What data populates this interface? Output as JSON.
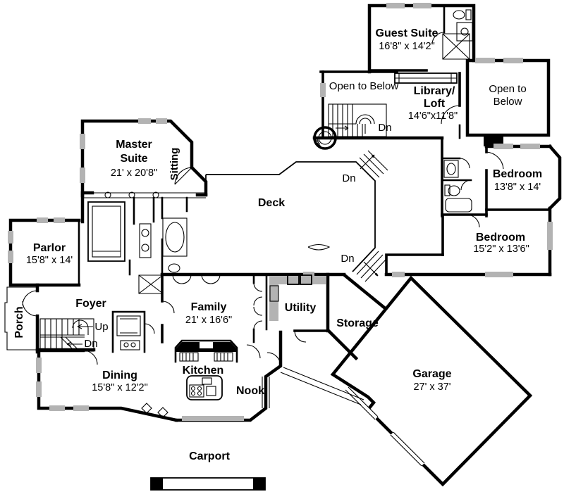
{
  "page": {
    "background": "#ffffff",
    "wall_color": "#000000",
    "window_color": "#b3b3b3"
  },
  "rooms": {
    "guest_suite": {
      "name": "Guest Suite",
      "dims": "16'8\" x 14'2\""
    },
    "open_to_below_left": {
      "name": "Open to Below"
    },
    "library_loft": {
      "name_line1": "Library/",
      "name_line2": "Loft",
      "dims": "14'6\"x11'8\""
    },
    "open_to_below_right": {
      "name_line1": "Open to",
      "name_line2": "Below"
    },
    "master_suite": {
      "name_line1": "Master",
      "name_line2": "Suite",
      "dims": "21' x 20'8\""
    },
    "sitting": {
      "name": "Sitting"
    },
    "bedroom_upper": {
      "name": "Bedroom",
      "dims": "13'8\" x 14'"
    },
    "bedroom_lower": {
      "name": "Bedroom",
      "dims": "15'2\" x 13'6\""
    },
    "deck": {
      "name": "Deck"
    },
    "parlor": {
      "name": "Parlor",
      "dims": "15'8\" x 14'"
    },
    "porch": {
      "name": "Porch"
    },
    "foyer": {
      "name": "Foyer"
    },
    "family": {
      "name": "Family",
      "dims": "21' x 16'6\""
    },
    "utility": {
      "name": "Utility"
    },
    "storage": {
      "name": "Storage"
    },
    "dining": {
      "name": "Dining",
      "dims": "15'8\" x 12'2\""
    },
    "kitchen": {
      "name": "Kitchen"
    },
    "nook": {
      "name": "Nook"
    },
    "garage": {
      "name": "Garage",
      "dims": "27' x 37'"
    },
    "carport": {
      "name": "Carport"
    }
  },
  "annotations": {
    "up": "Up",
    "down": "Dn"
  }
}
